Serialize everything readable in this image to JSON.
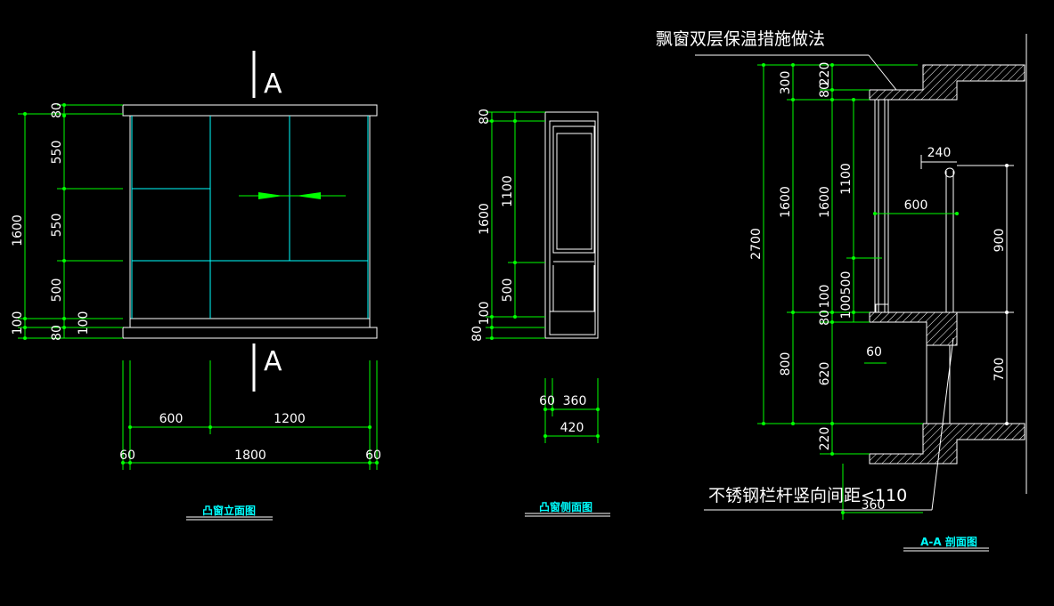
{
  "drawing": {
    "colors": {
      "background": "#000000",
      "dimension": "#00ff00",
      "outline": "#ffffff",
      "glass": "#00ffff",
      "hatch": "#ffffff"
    },
    "section_marker": "A",
    "front_view": {
      "title": "凸窗立面图",
      "dims_left_outer": [
        "1600",
        "100",
        "80"
      ],
      "dims_left_inner": [
        "80",
        "550",
        "550",
        "500",
        "100"
      ],
      "dims_bottom_top": [
        "600",
        "1200"
      ],
      "dims_bottom_bottom": [
        "60",
        "1800",
        "60"
      ]
    },
    "side_view": {
      "title": "凸窗侧面图",
      "dims_left_outer": [
        "1600",
        "100",
        "80"
      ],
      "dims_left_inner": [
        "80",
        "1100",
        "500"
      ],
      "dims_bottom": [
        "60",
        "360",
        "420"
      ]
    },
    "section_view": {
      "title": "A-A    剖面图",
      "note_top": "飘窗双层保温措施做法",
      "note_bottom": "不锈钢栏杆竖向间距<110",
      "dims_col1": [
        "2700"
      ],
      "dims_col2": [
        "300",
        "1600",
        "800"
      ],
      "dims_col3": [
        "80",
        "220",
        "1600",
        "80",
        "100",
        "620",
        "220"
      ],
      "dims_col4": [
        "1100",
        "500",
        "100"
      ],
      "dims_right": [
        "900",
        "700"
      ],
      "dims_horizontal": [
        "240",
        "600",
        "60",
        "360"
      ]
    }
  }
}
